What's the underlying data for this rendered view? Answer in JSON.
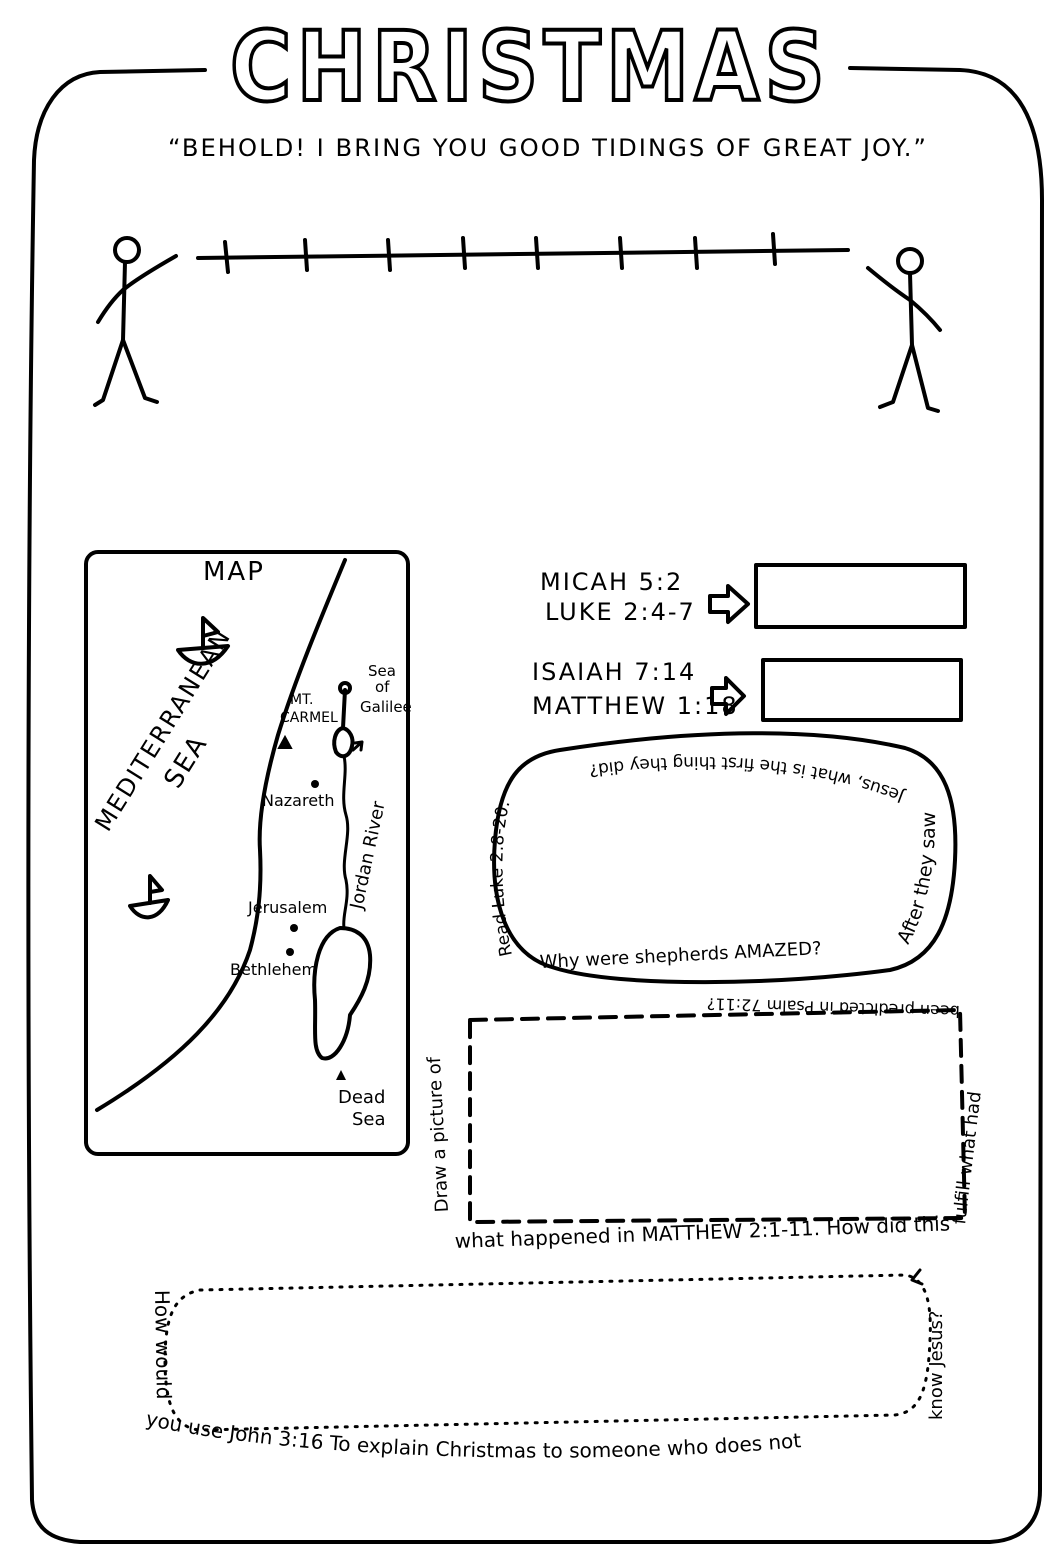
{
  "page": {
    "title": "CHRISTMAS",
    "quote": "“BEHOLD! I BRING YOU GOOD TIDINGS OF GREAT JOY.”"
  },
  "map": {
    "heading": "MAP",
    "sea_line1": "MEDITERRANEAN",
    "sea_line2": "SEA",
    "labels": {
      "carmel_line1": "MT.",
      "carmel_line2": "CARMEL",
      "galilee_line1": "Sea",
      "galilee_line2": "of",
      "galilee_line3": "Galilee",
      "nazareth": "Nazareth",
      "jordan": "Jordan River",
      "jerusalem": "Jerusalem",
      "bethlehem": "Bethlehem",
      "dead_line1": "Dead",
      "dead_line2": "Sea"
    }
  },
  "references": [
    {
      "line1": "MICAH 5:2",
      "line2": "LUKE 2:4-7"
    },
    {
      "line1": "ISAIAH 7:14",
      "line2": "MATTHEW 1:18"
    }
  ],
  "prompts": {
    "shepherds_left": "Read Luke 2:8-20.",
    "shepherds_bottom": "Why were shepherds AMAZED?",
    "shepherds_right": "After they saw",
    "shepherds_top": "Jesus, what is the first thing they did?",
    "magi_left": "Draw a picture of",
    "magi_bottom": "what happened in MATTHEW 2:1-11. How did this",
    "magi_right": "fulfill what had",
    "magi_top": "been predicted in Psalm 72:11?",
    "john_left": "How would",
    "john_bottom": "you use John 3:16 To explain Christmas to someone who does not",
    "john_right": "know Jesus?"
  }
}
